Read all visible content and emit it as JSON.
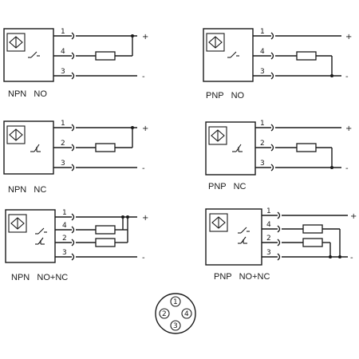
{
  "diagrams": {
    "npn_no": {
      "caption": "NPN   NO",
      "pins": [
        "1",
        "4",
        "3"
      ],
      "signs": [
        "+",
        "-"
      ]
    },
    "pnp_no": {
      "caption": "PNP   NO",
      "pins": [
        "1",
        "4",
        "3"
      ],
      "signs": [
        "+",
        "-"
      ]
    },
    "npn_nc": {
      "caption": "NPN   NC",
      "pins": [
        "1",
        "2",
        "3"
      ],
      "signs": [
        "+",
        "-"
      ]
    },
    "pnp_nc": {
      "caption": "PNP   NC",
      "pins": [
        "1",
        "2",
        "3"
      ],
      "signs": [
        "+",
        "-"
      ]
    },
    "npn_nonc": {
      "caption": "NPN   NO+NC",
      "pins": [
        "1",
        "4",
        "2",
        "3"
      ],
      "signs": [
        "+",
        "-"
      ]
    },
    "pnp_nonc": {
      "caption": "PNP   NO+NC",
      "pins": [
        "1",
        "4",
        "2",
        "3"
      ],
      "signs": [
        "+",
        "-"
      ]
    }
  },
  "connector": {
    "pins": [
      "1",
      "2",
      "3",
      "4"
    ]
  }
}
